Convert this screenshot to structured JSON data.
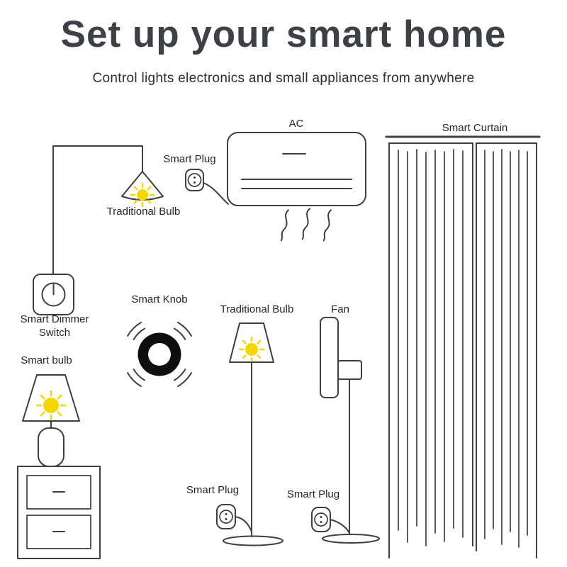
{
  "header": {
    "title": "Set up your smart home",
    "subtitle": "Control lights electronics and small appliances from anywhere"
  },
  "labels": {
    "ac": "AC",
    "smart_curtain": "Smart Curtain",
    "smart_plug_ac": "Smart Plug",
    "pendant_traditional_bulb": "Traditional Bulb",
    "smart_dimmer_switch": "Smart Dimmer Switch",
    "smart_knob": "Smart Knob",
    "floor_traditional_bulb": "Traditional Bulb",
    "fan": "Fan",
    "smart_bulb": "Smart bulb",
    "smart_plug_lamp": "Smart Plug",
    "smart_plug_fan": "Smart Plug"
  },
  "colors": {
    "line": "#3f3f3f",
    "bulb": "#f6d600",
    "knob": "#0e0e0e",
    "text": "#262626"
  }
}
